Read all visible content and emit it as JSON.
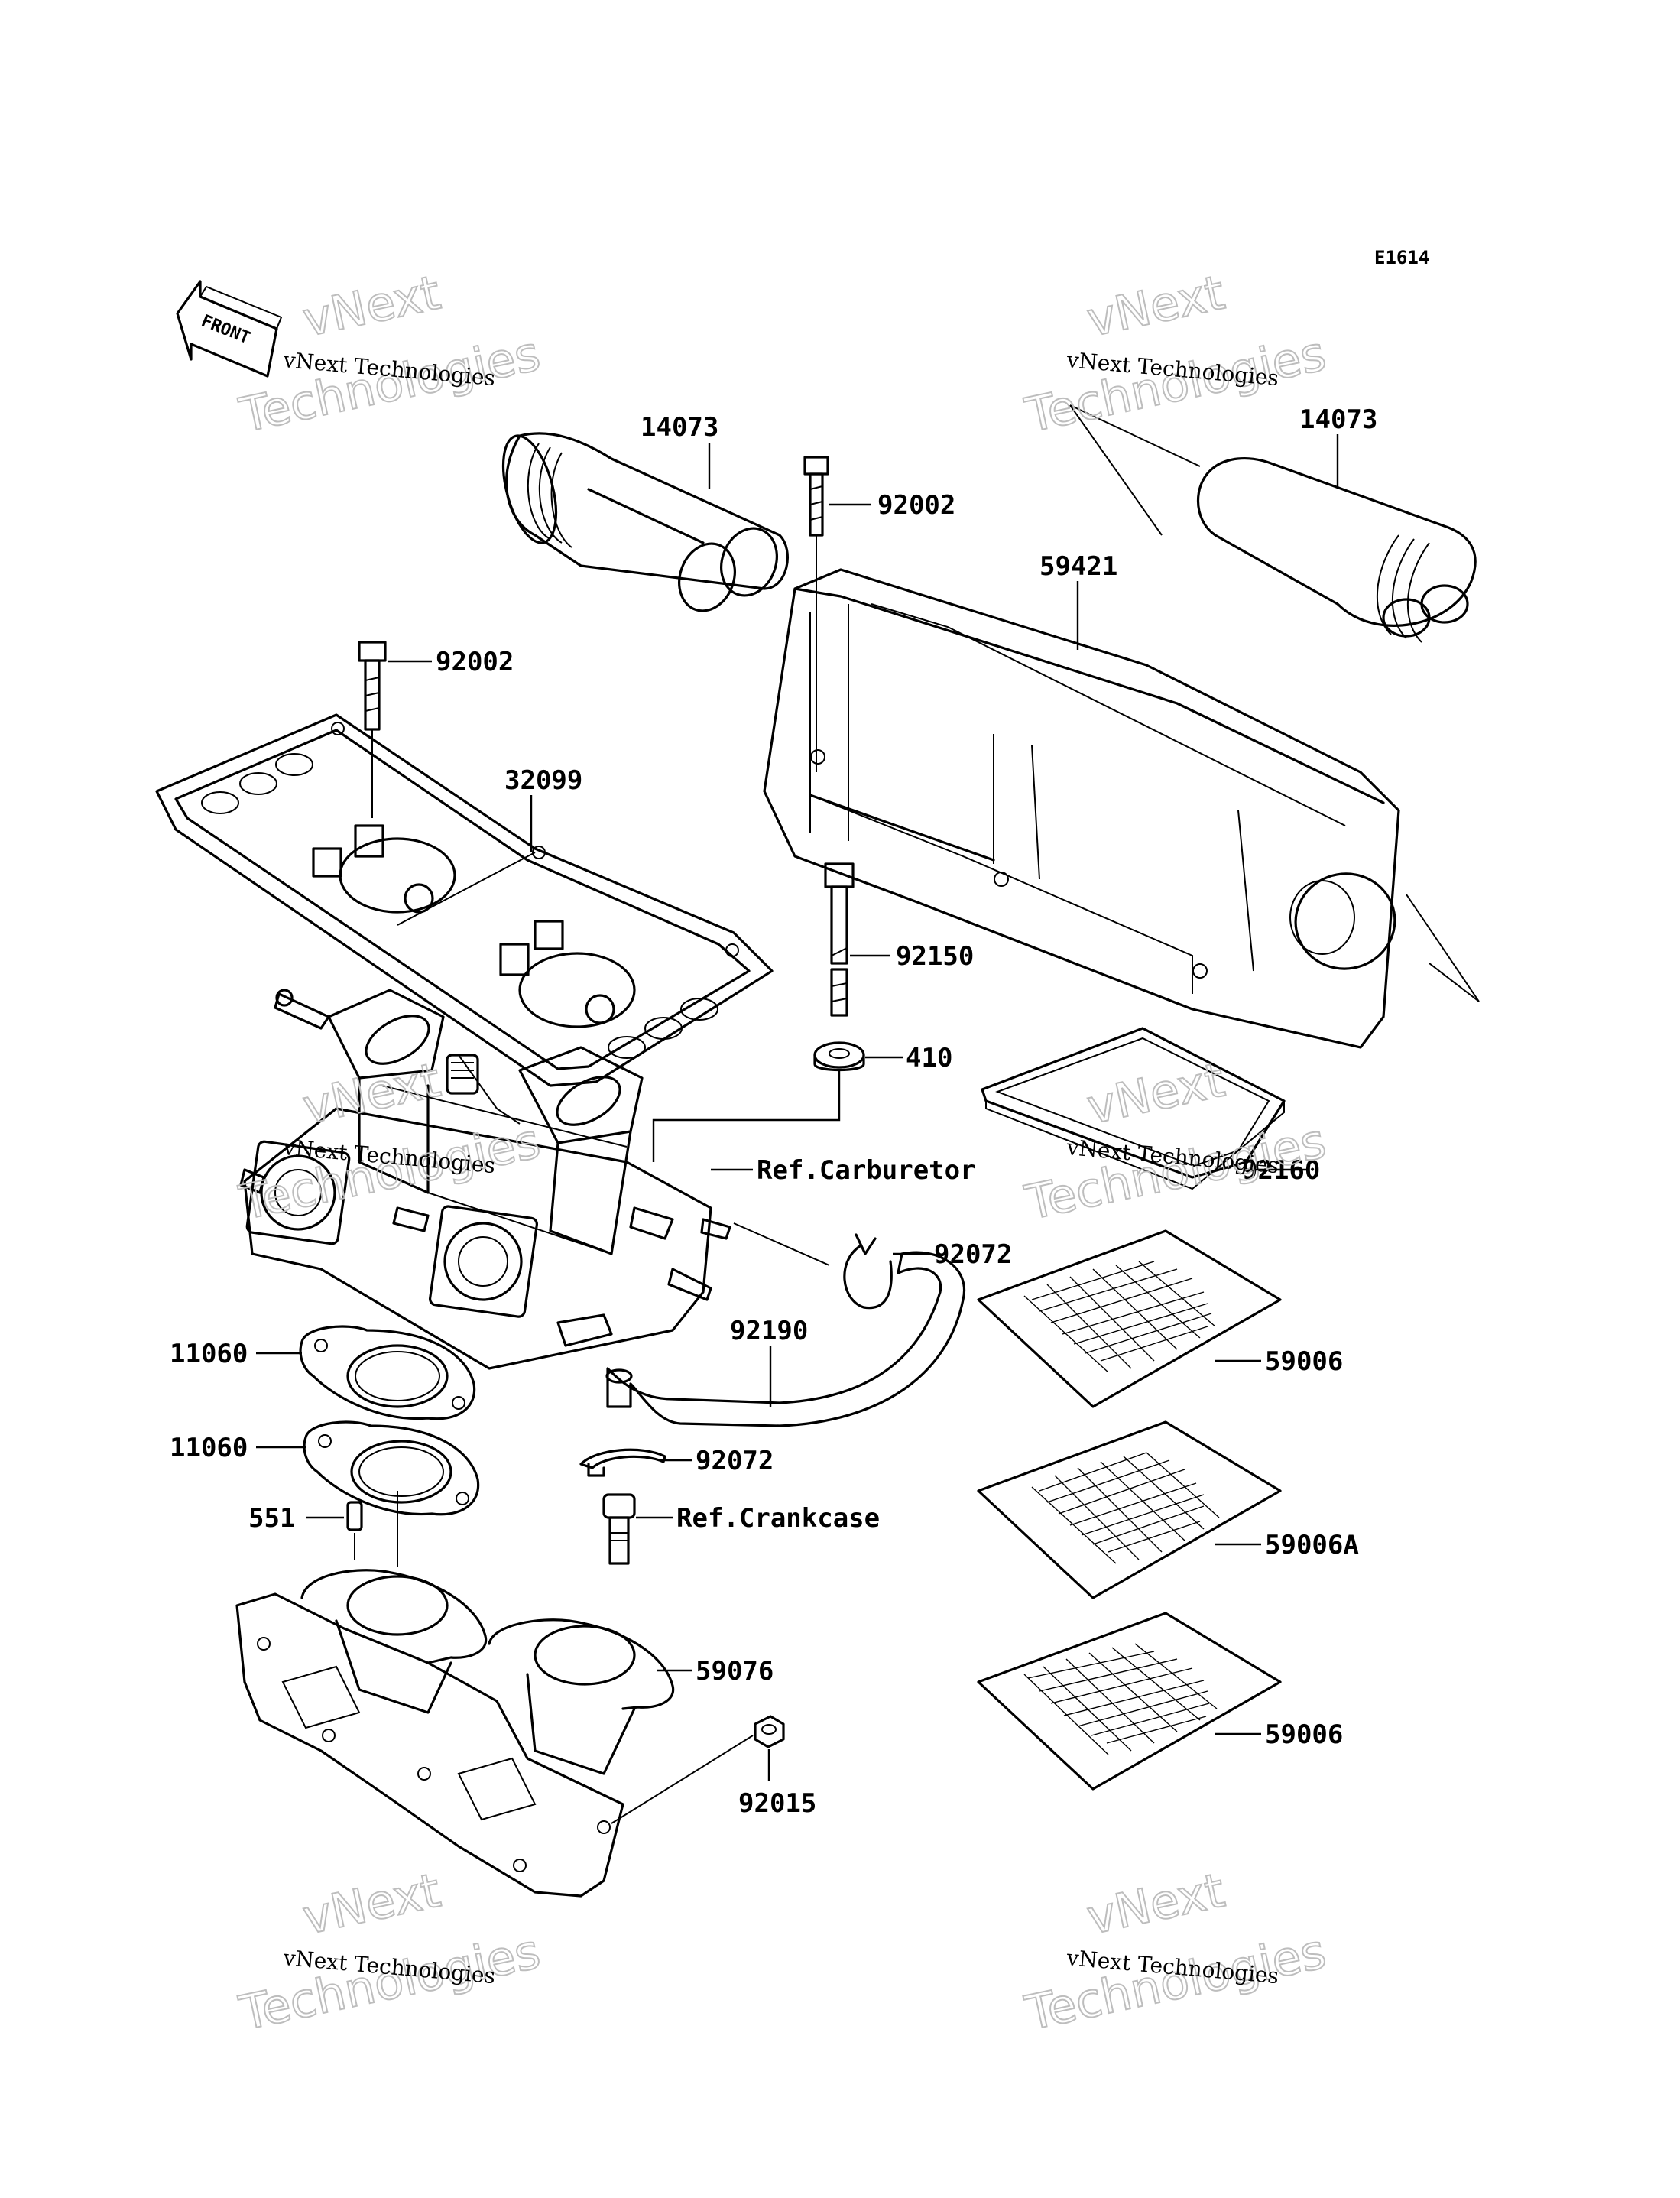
{
  "diagram_code": "E1614",
  "front_label": "FRONT",
  "labels": {
    "p14073_left": "14073",
    "p14073_right": "14073",
    "p92002_top": "92002",
    "p92002_left": "92002",
    "p59421": "59421",
    "p32099": "32099",
    "p92150": "92150",
    "p410": "410",
    "ref_carburetor": "Ref.Carburetor",
    "p92160": "92160",
    "p92072_upper": "92072",
    "p92190": "92190",
    "p59006_top": "59006",
    "p11060_upper": "11060",
    "p11060_lower": "11060",
    "p92072_lower": "92072",
    "ref_crankcase": "Ref.Crankcase",
    "p551": "551",
    "p59006A": "59006A",
    "p59076": "59076",
    "p92015": "92015",
    "p59006_bottom": "59006"
  },
  "watermark": {
    "line1": "vNext",
    "line2": "vNext Technologies",
    "line3": "Technologies"
  }
}
